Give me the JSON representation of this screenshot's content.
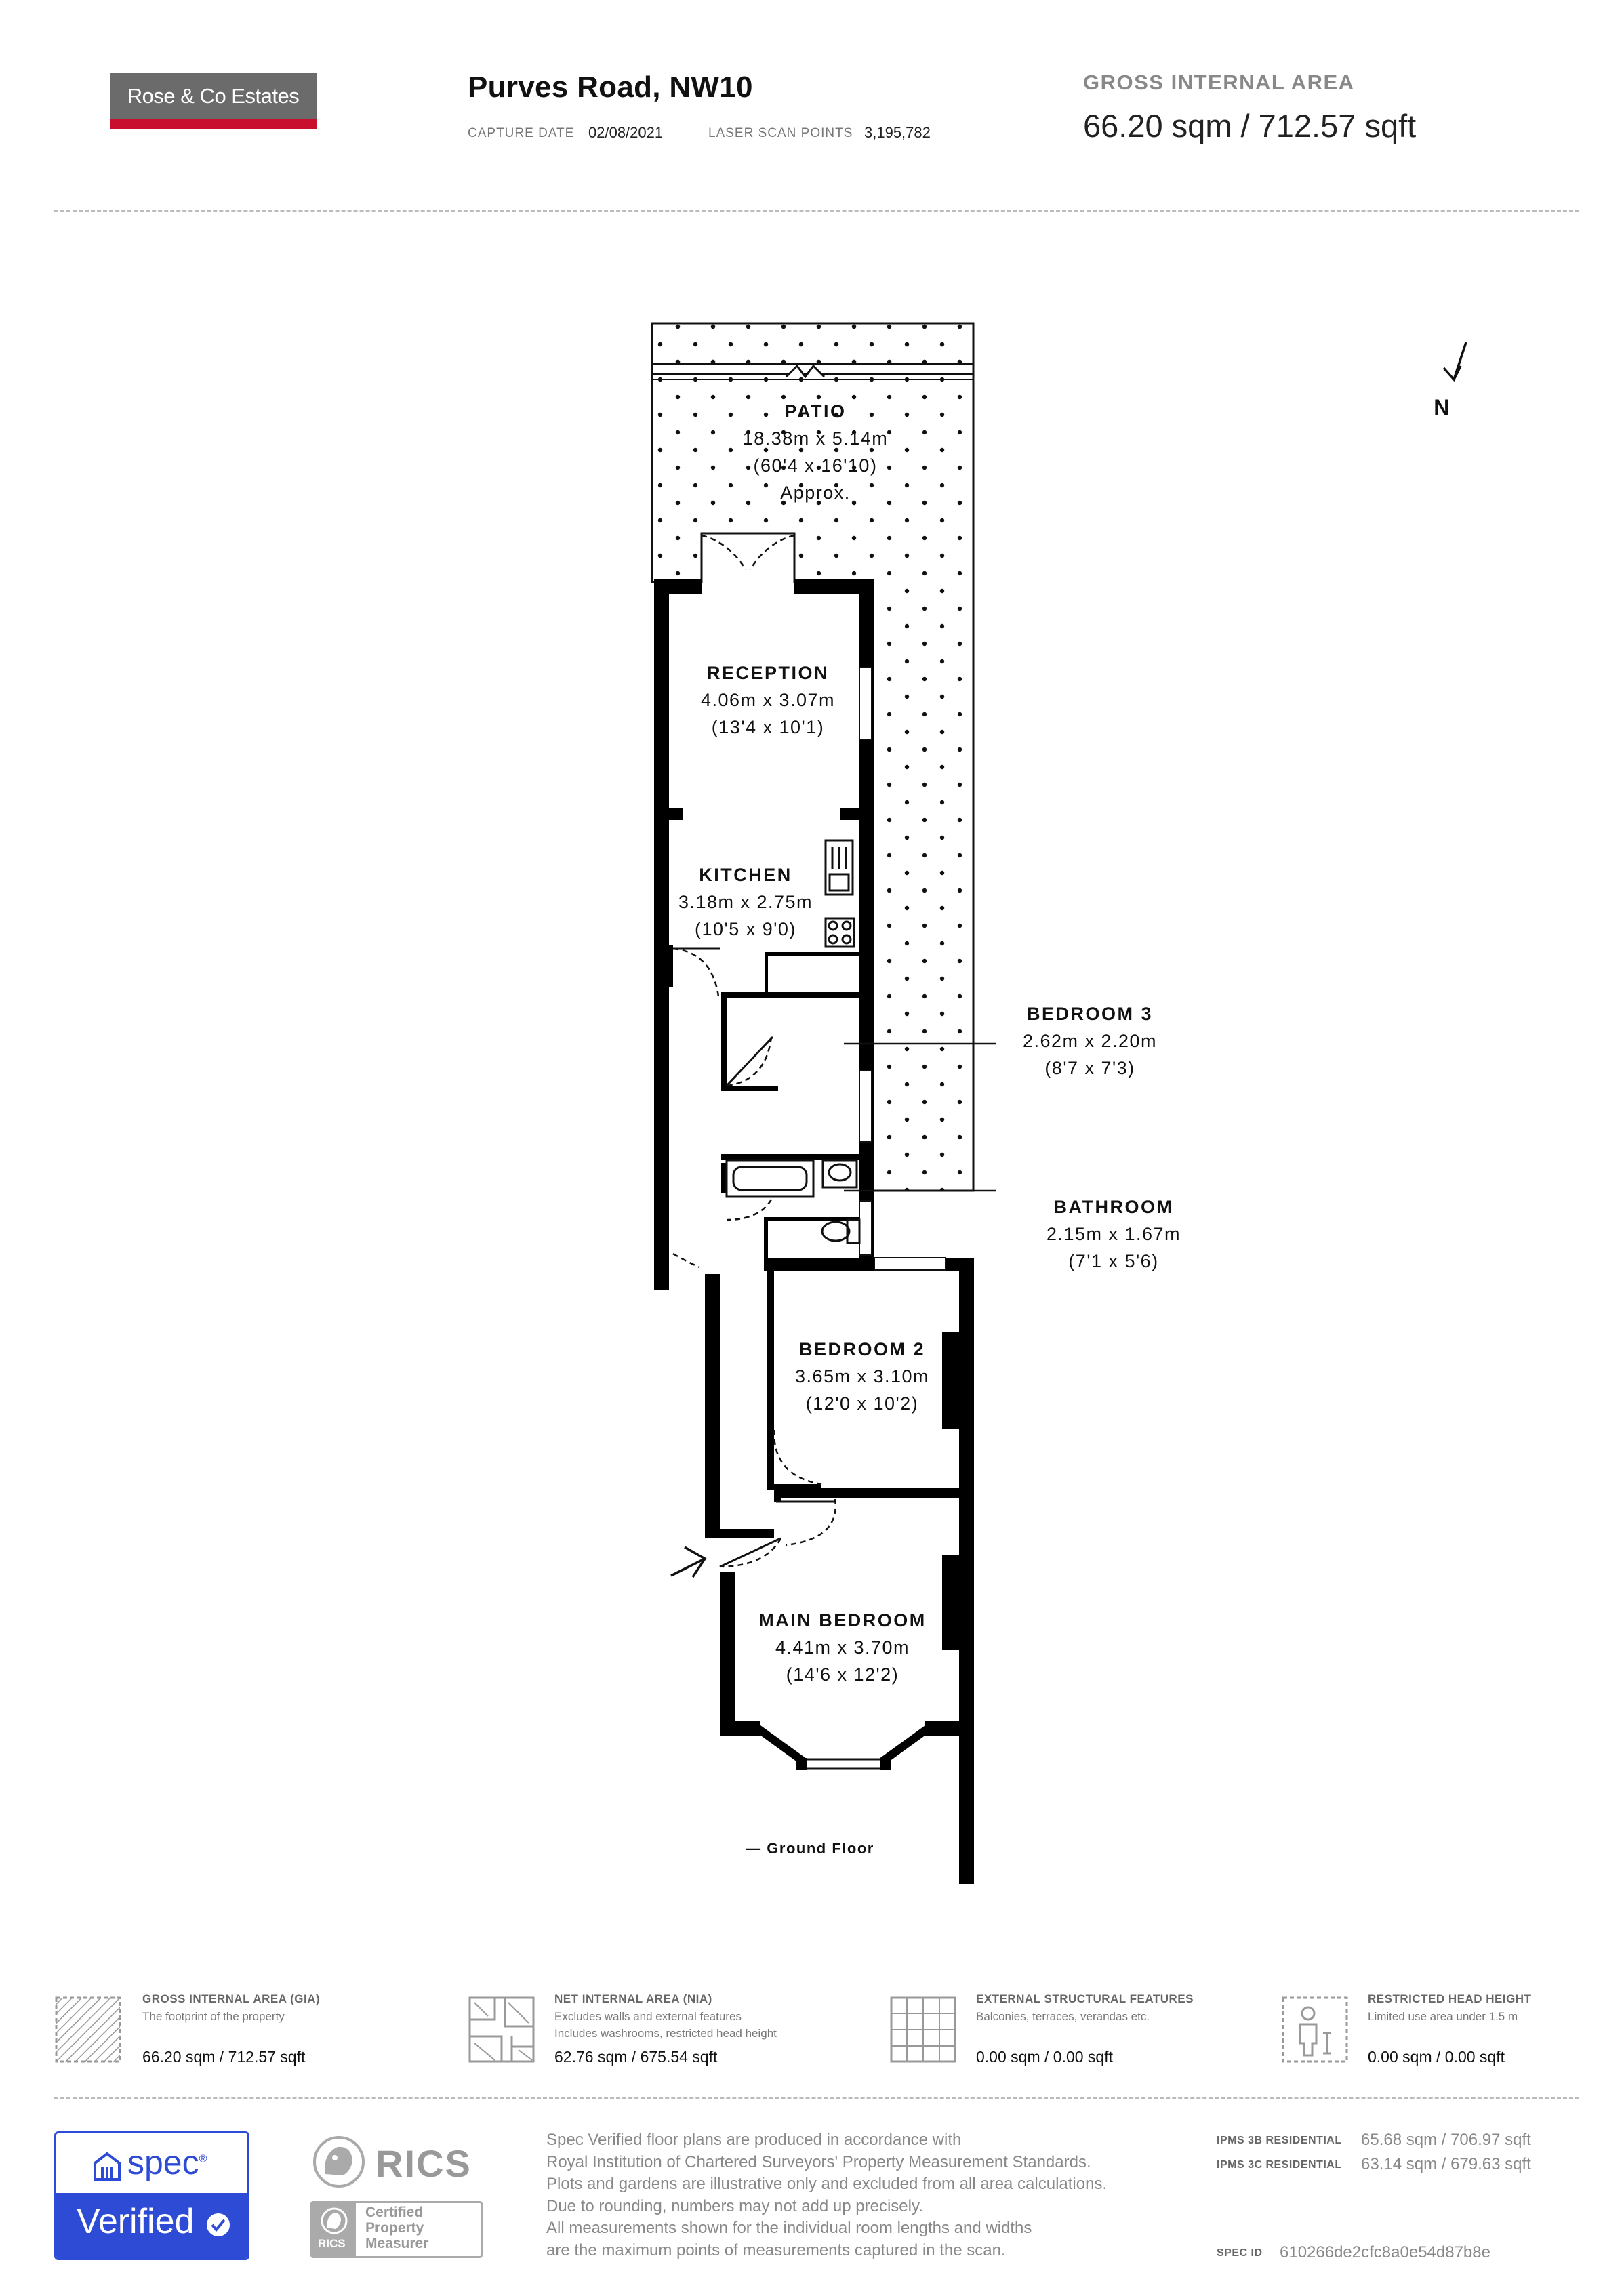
{
  "header": {
    "company": "Rose & Co Estates",
    "address": "Purves Road, NW10",
    "capture_date_label": "CAPTURE DATE",
    "capture_date": "02/08/2021",
    "scan_points_label": "LASER SCAN POINTS",
    "scan_points": "3,195,782",
    "gia_label": "GROSS INTERNAL AREA",
    "gia_value": "66.20 sqm / 712.57 sqft"
  },
  "plan": {
    "floor_label": "— Ground Floor",
    "north": "N",
    "rooms": [
      {
        "name": "PATIO",
        "dims": "18.38m x 5.14m",
        "imperial": "(60'4 x 16'10)",
        "note": "Approx."
      },
      {
        "name": "RECEPTION",
        "dims": "4.06m x 3.07m",
        "imperial": "(13'4 x 10'1)"
      },
      {
        "name": "KITCHEN",
        "dims": "3.18m x 2.75m",
        "imperial": "(10'5 x 9'0)"
      },
      {
        "name": "BEDROOM 3",
        "dims": "2.62m x 2.20m",
        "imperial": "(8'7 x 7'3)"
      },
      {
        "name": "BATHROOM",
        "dims": "2.15m x 1.67m",
        "imperial": "(7'1 x 5'6)"
      },
      {
        "name": "BEDROOM 2",
        "dims": "3.65m x 3.10m",
        "imperial": "(12'0 x 10'2)"
      },
      {
        "name": "MAIN BEDROOM",
        "dims": "4.41m x 3.70m",
        "imperial": "(14'6 x 12'2)"
      }
    ]
  },
  "legend": [
    {
      "icon": "hatched-square-icon",
      "title": "GROSS INTERNAL AREA (GIA)",
      "desc": [
        "The footprint of the property"
      ],
      "value": "66.20 sqm / 712.57 sqft"
    },
    {
      "icon": "nia-plan-icon",
      "title": "NET INTERNAL AREA (NIA)",
      "desc": [
        "Excludes walls and external features",
        "Includes washrooms, restricted head height"
      ],
      "value": "62.76 sqm / 675.54 sqft"
    },
    {
      "icon": "grid-icon",
      "title": "EXTERNAL STRUCTURAL FEATURES",
      "desc": [
        "Balconies, terraces, verandas etc."
      ],
      "value": "0.00 sqm / 0.00 sqft"
    },
    {
      "icon": "person-headroom-icon",
      "title": "RESTRICTED HEAD HEIGHT",
      "desc": [
        "Limited use area under 1.5 m"
      ],
      "value": "0.00 sqm / 0.00 sqft"
    }
  ],
  "footer": {
    "spec_word": "spec",
    "spec_mark": "®",
    "verified": "Verified",
    "rics_word": "RICS",
    "rics_badge": [
      "Certified",
      "Property",
      "Measurer"
    ],
    "rics_small": "RICS",
    "notes": [
      "Spec Verified floor plans are produced in accordance with",
      "Royal Institution of Chartered Surveyors' Property Measurement Standards.",
      "Plots and gardens are illustrative only and excluded from all area calculations.",
      "Due to rounding, numbers may not add up precisely.",
      "All measurements shown for the individual room lengths and widths",
      "are the maximum points of measurements captured in the scan."
    ],
    "ipms": [
      {
        "label": "IPMS 3B RESIDENTIAL",
        "value": "65.68 sqm / 706.97 sqft"
      },
      {
        "label": "IPMS 3C RESIDENTIAL",
        "value": "63.14 sqm / 679.63 sqft"
      }
    ],
    "spec_id_label": "SPEC ID",
    "spec_id": "610266de2cfc8a0e54d87b8e"
  },
  "colors": {
    "brand_grey": "#6b6b6b",
    "brand_red": "#c8102e",
    "spec_blue": "#2e4bd6",
    "wall": "#000000"
  }
}
